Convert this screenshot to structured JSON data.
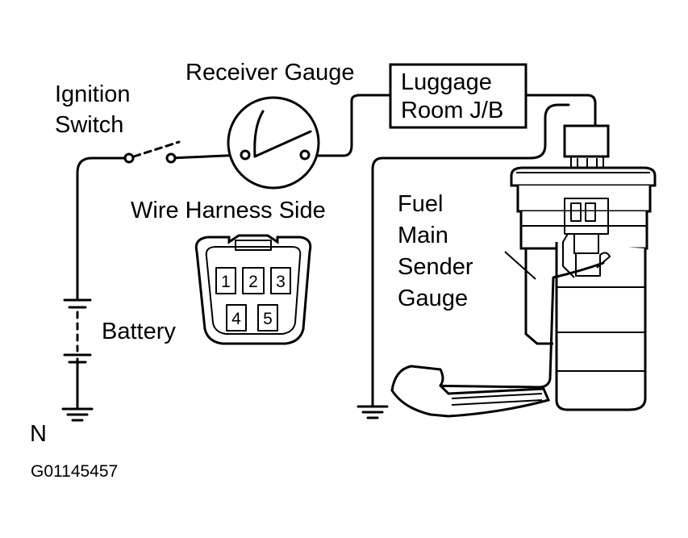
{
  "labels": {
    "receiver_gauge": "Receiver Gauge",
    "luggage_line1": "Luggage",
    "luggage_line2": "Room J/B",
    "ignition_line1": "Ignition",
    "ignition_line2": "Switch",
    "harness": "Wire Harness Side",
    "battery": "Battery",
    "fuel_line1": "Fuel",
    "fuel_line2": "Main",
    "fuel_line3": "Sender",
    "fuel_line4": "Gauge"
  },
  "connector_pins": [
    "1",
    "2",
    "3",
    "4",
    "5"
  ],
  "footer": {
    "orientation": "N",
    "figure_id": "G01145457"
  }
}
